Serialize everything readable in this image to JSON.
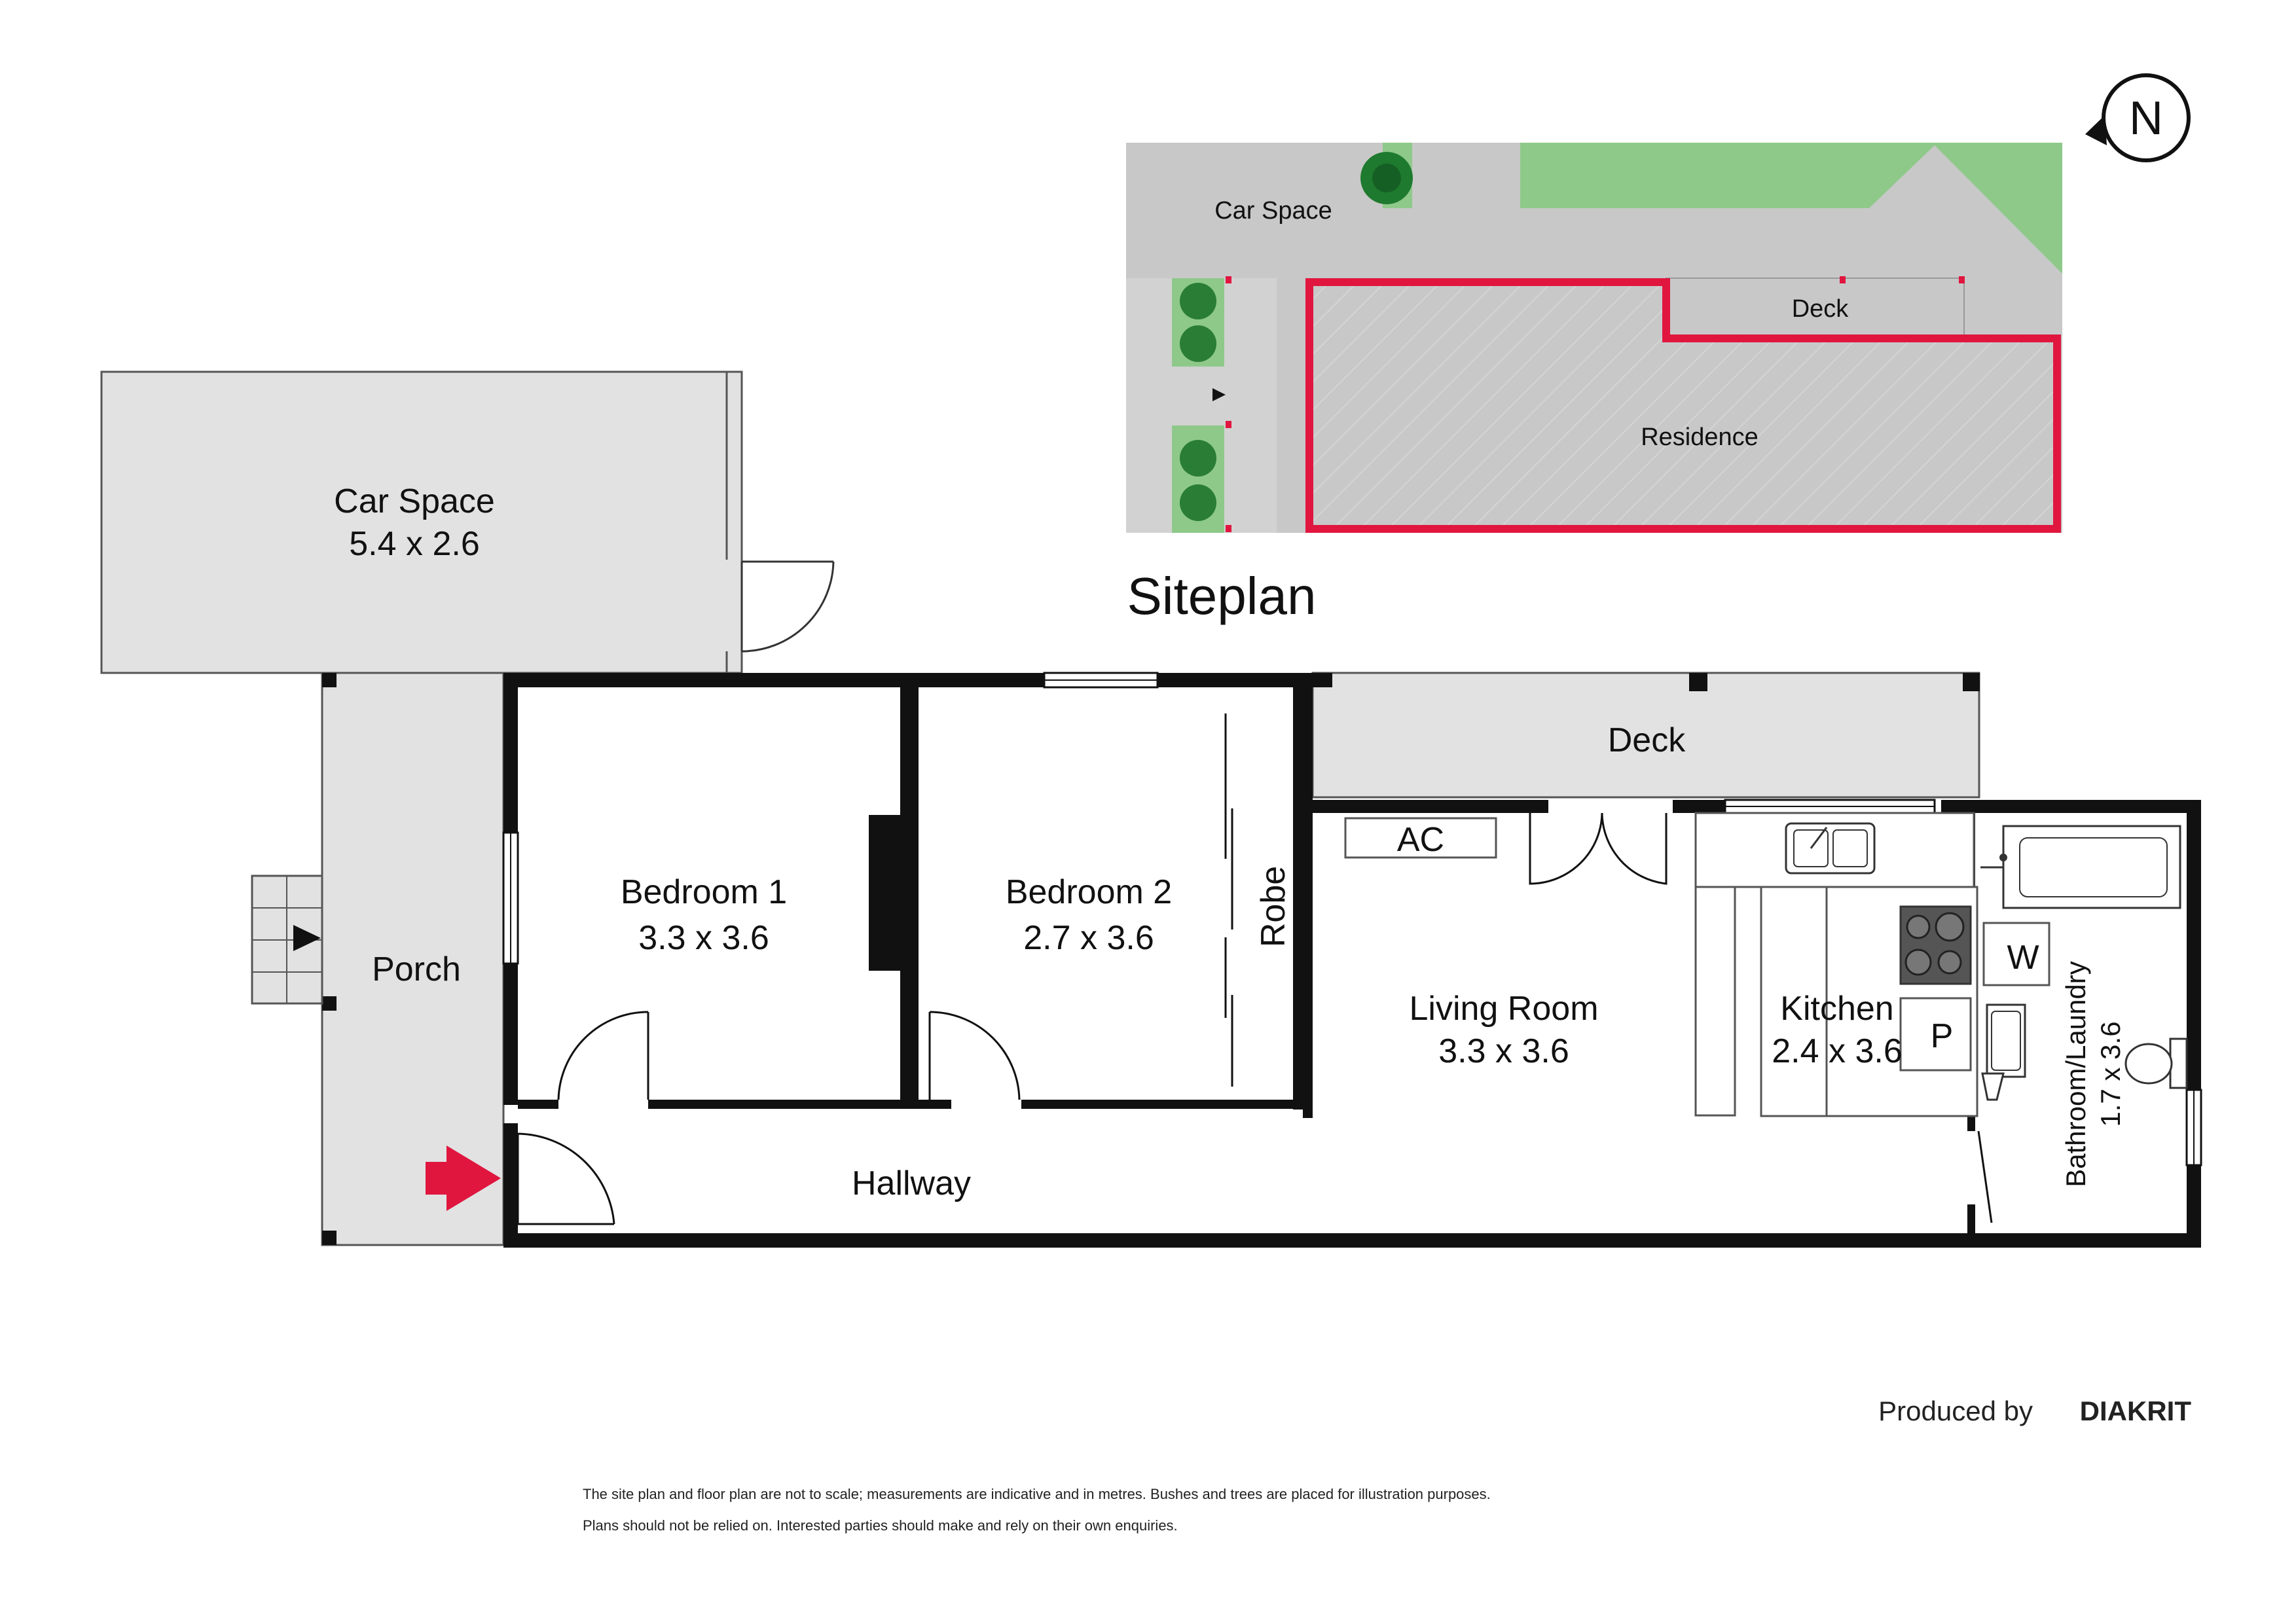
{
  "siteplan": {
    "title": "Siteplan",
    "car_space_label": "Car Space",
    "deck_label": "Deck",
    "residence_label": "Residence",
    "north_label": "N",
    "colors": {
      "ground": "#c8c8c8",
      "lawn": "#8ec98a",
      "residence_outline": "#e0163f",
      "tree": "#1e7a2e"
    }
  },
  "floorplan": {
    "car_space": {
      "name": "Car Space",
      "size": "5.4 x 2.6"
    },
    "porch": {
      "name": "Porch"
    },
    "bedroom1": {
      "name": "Bedroom 1",
      "size": "3.3 x 3.6"
    },
    "bedroom2": {
      "name": "Bedroom 2",
      "size": "2.7 x 3.6"
    },
    "robe": {
      "name": "Robe"
    },
    "deck": {
      "name": "Deck"
    },
    "ac": {
      "name": "AC"
    },
    "living": {
      "name": "Living Room",
      "size": "3.3 x 3.6"
    },
    "kitchen": {
      "name": "Kitchen",
      "size": "2.4 x 3.6"
    },
    "pantry": {
      "name": "P"
    },
    "washer": {
      "name": "W"
    },
    "bathroom": {
      "name": "Bathroom/Laundry",
      "size": "1.7 x 3.6"
    },
    "hallway": {
      "name": "Hallway"
    },
    "entry_arrow_color": "#e0163f"
  },
  "footer": {
    "produced_by": "Produced by",
    "brand": "DIAKRIT",
    "disclaimer_line1": "The site plan and floor plan are not to scale; measurements are indicative and in metres. Bushes and trees are placed for illustration purposes.",
    "disclaimer_line2": "Plans should not be relied on. Interested parties should make and rely on their own enquiries."
  }
}
